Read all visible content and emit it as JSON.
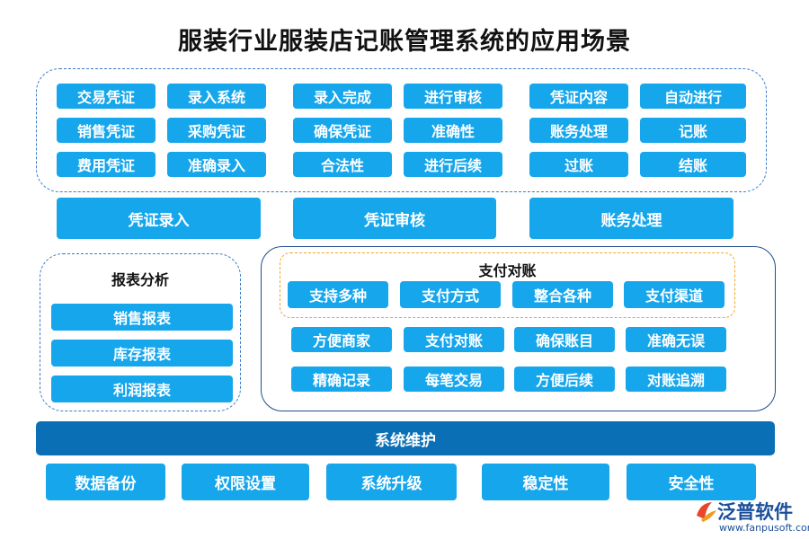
{
  "title": "服装行业服装店记账管理系统的应用场景",
  "top_group": {
    "col1": [
      "交易凭证",
      "销售凭证",
      "费用凭证"
    ],
    "col2": [
      "录入系统",
      "采购凭证",
      "准确录入"
    ],
    "col3": [
      "录入完成",
      "确保凭证",
      "合法性"
    ],
    "col4": [
      "进行审核",
      "准确性",
      "进行后续"
    ],
    "col5": [
      "凭证内容",
      "账务处理",
      "过账"
    ],
    "col6": [
      "自动进行",
      "记账",
      "结账"
    ]
  },
  "main_modules": [
    "凭证录入",
    "凭证审核",
    "账务处理"
  ],
  "report": {
    "title": "报表分析",
    "items": [
      "销售报表",
      "库存报表",
      "利润报表"
    ]
  },
  "payment": {
    "title": "支付对账",
    "row1": [
      "支持多种",
      "支付方式",
      "整合各种",
      "支付渠道"
    ],
    "row2": [
      "方便商家",
      "支付对账",
      "确保账目",
      "准确无误"
    ],
    "row3": [
      "精确记录",
      "每笔交易",
      "方便后续",
      "对账追溯"
    ]
  },
  "maintenance": {
    "title": "系统维护",
    "items": [
      "数据备份",
      "权限设置",
      "系统升级",
      "稳定性",
      "安全性"
    ]
  },
  "logo": {
    "name": "泛普软件",
    "url": "www.fanpusoft.com"
  },
  "colors": {
    "box": "#15a6ec",
    "bar": "#0a6fb5",
    "dashed_border": "#3a7bc8",
    "orange_border": "#f5a623"
  }
}
